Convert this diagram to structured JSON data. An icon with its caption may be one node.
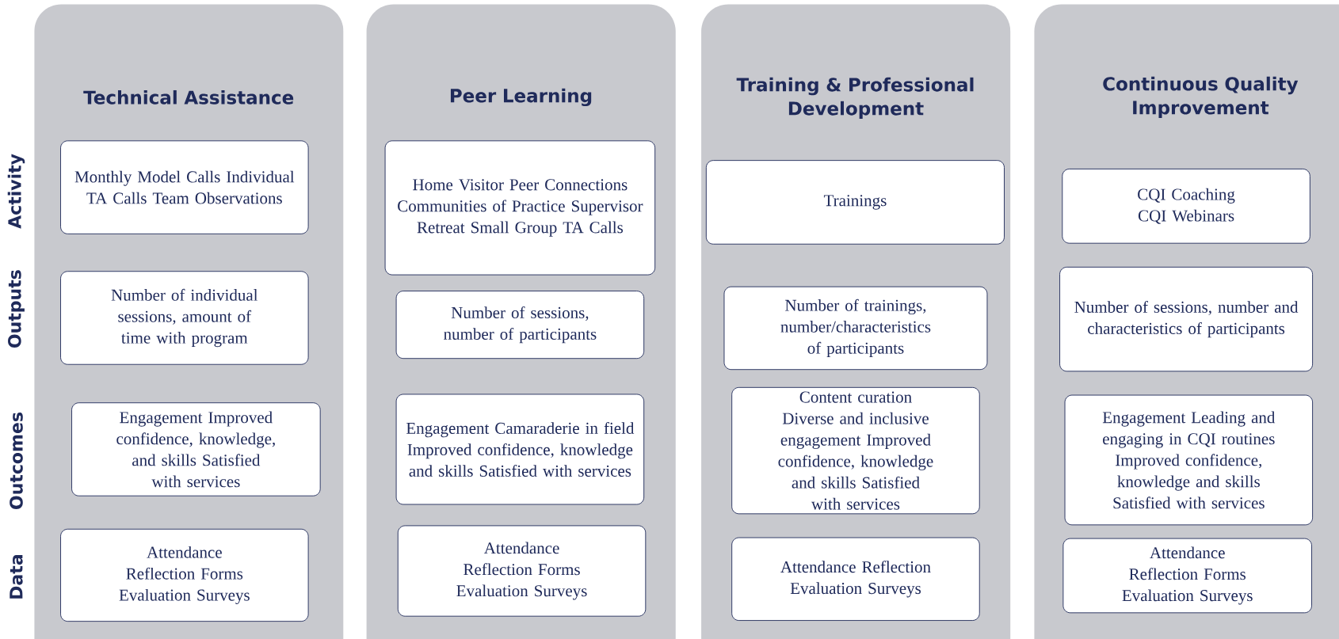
{
  "diagram": {
    "nodes": [
      {
        "text": [
          "Technical Assistance"
        ]
      },
      {
        "text": [
          "Monthly Model Calls Individual TA Calls Team Observations"
        ],
        "in": 0
      },
      {
        "text": [
          "Number of individual sessions, amount of time with program"
        ],
        "in": 0
      },
      {
        "text": [
          "Engagement Improved confidence, knowledge, and skills Satisfied with services"
        ],
        "in": 0
      },
      {
        "text": [
          "Attendance Reflection Forms Evaluation Surveys"
        ],
        "in": 0
      },
      {
        "text": [
          "Peer Learning"
        ]
      },
      {
        "text": [
          "Home Visitor Peer Connections Communities of Practice Supervisor Retreat Small Group TA Calls"
        ],
        "in": 5
      },
      {
        "text": [
          "Number of sessions, number of participants"
        ],
        "in": 5
      },
      {
        "text": [
          "Engagement Camaraderie in field Improved confidence, knowledge and skills Satisfied with services"
        ],
        "in": 5
      },
      {
        "text": [
          "Attendance Reflection Forms Evaluation Surveys"
        ],
        "in": 5
      },
      {
        "text": [
          "Training & Professional Development"
        ]
      },
      {
        "text": [
          "Trainings"
        ],
        "in": 10
      },
      {
        "text": [
          "Number of trainings, number/characteristics of participants"
        ],
        "in": 10
      },
      {
        "text": [
          "Content curation Diverse and inclusive engagement Improved confidence, knowledge and skills Satisfied with services"
        ],
        "in": 10
      },
      {
        "text": [
          "Attendance Reflection Evaluation Surveys"
        ],
        "in": 10
      },
      {
        "text": [
          "Continuous Quality Improvement"
        ]
      },
      {
        "text": [
          "CQI Coaching CQI Webinars"
        ],
        "in": 15
      },
      {
        "text": [
          "Number of sessions, number and characteristics of participants"
        ],
        "in": 15
      },
      {
        "text": [
          "Engagement Leading and engaging in CQI routines Improved confidence, knowledge and skills Satisfied with services"
        ],
        "in": 15
      },
      {
        "text": [
          "Attendance Reflection Forms Evaluation Surveys"
        ],
        "in": 15
      }
    ],
    "labels": [
      "Activity",
      "Outputs",
      "Outcomes",
      "Data"
    ]
  }
}
